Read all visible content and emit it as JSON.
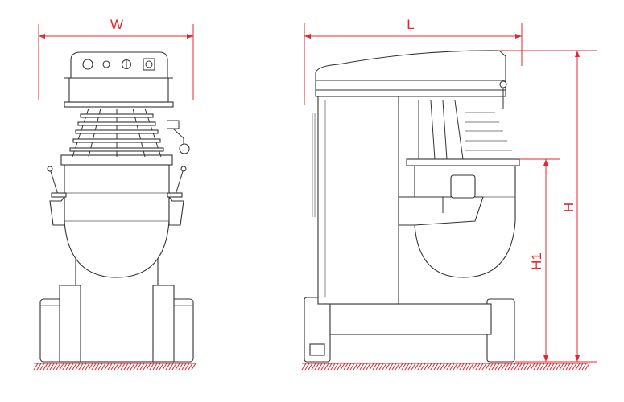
{
  "dimensions": {
    "width_label": "W",
    "length_label": "L",
    "height_label": "H",
    "bowl_height_label": "H1"
  },
  "colors": {
    "dimension_lines": "#e0282e",
    "drawing_lines": "#333333"
  }
}
